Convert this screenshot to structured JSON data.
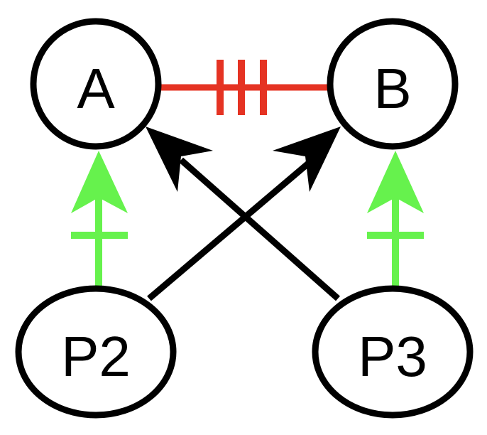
{
  "nodes": {
    "A": {
      "label": "A"
    },
    "B": {
      "label": "B"
    },
    "P2": {
      "label": "P2"
    },
    "P3": {
      "label": "P3"
    }
  },
  "edges": [
    {
      "from": "A",
      "to": "B",
      "style": "triple-bar",
      "color": "#e53323"
    },
    {
      "from": "P2",
      "to": "A",
      "style": "arrow-with-bar",
      "color": "#66f24d"
    },
    {
      "from": "P3",
      "to": "B",
      "style": "arrow-with-bar",
      "color": "#66f24d"
    },
    {
      "from": "P2",
      "to": "B",
      "style": "arrow",
      "color": "#000000"
    },
    {
      "from": "P3",
      "to": "A",
      "style": "arrow",
      "color": "#000000"
    }
  ]
}
